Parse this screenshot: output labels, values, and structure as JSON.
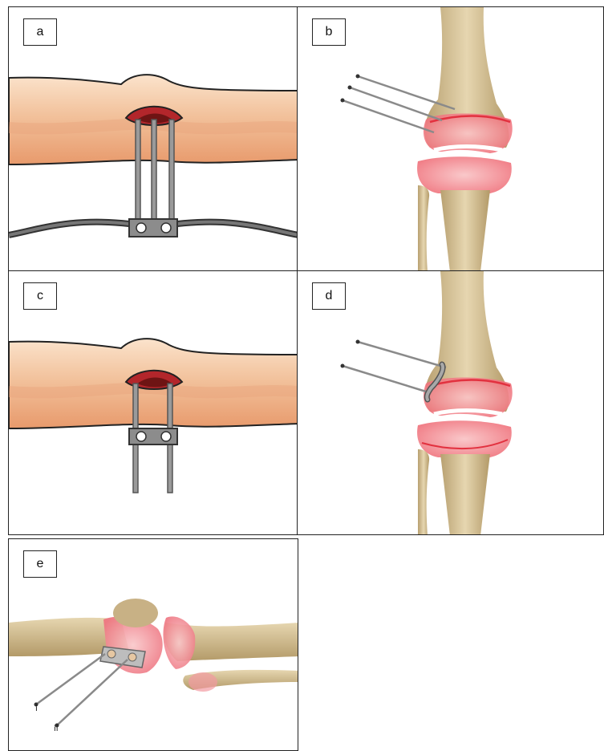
{
  "panels": {
    "a": {
      "label": "a"
    },
    "b": {
      "label": "b"
    },
    "c": {
      "label": "c"
    },
    "d": {
      "label": "d"
    },
    "e": {
      "label": "e",
      "pins": [
        "i",
        "ii"
      ]
    }
  },
  "colors": {
    "skin_light": "#f6cfad",
    "skin_mid": "#eeb48b",
    "skin_dark": "#e69a6c",
    "wound": "#b3262b",
    "bone": "#d9c8a0",
    "cartilage": "#f07a82",
    "wire": "#8a8a8a"
  }
}
